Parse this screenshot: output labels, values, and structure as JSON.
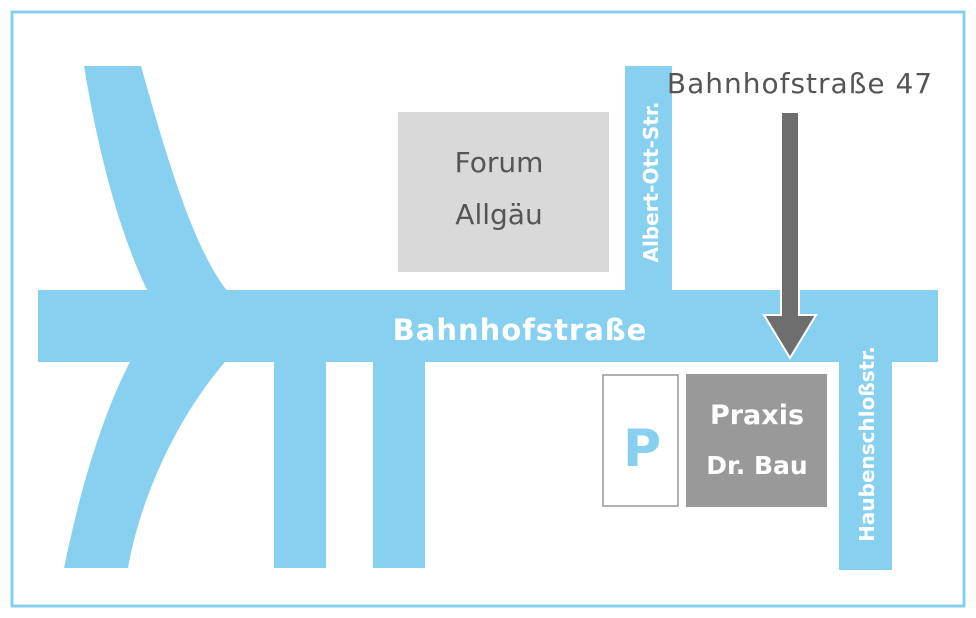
{
  "map": {
    "frame_color": "#87d0f0",
    "road_color": "#87d0f0",
    "streets": {
      "main": "Bahnhofstraße",
      "north": "Albert-Ott-Str.",
      "east": "Haubenschloßstr."
    },
    "buildings": {
      "forum": {
        "line1": "Forum",
        "line2": "Allgäu",
        "color": "#d9d9d9"
      },
      "praxis": {
        "line1": "Praxis",
        "line2": "Dr. Bau",
        "color": "#999999"
      }
    },
    "parking": {
      "label": "P",
      "icon": "parking-icon"
    },
    "address": {
      "label": "Bahnhofstraße 47",
      "arrow_color": "#6e6e6e"
    }
  }
}
